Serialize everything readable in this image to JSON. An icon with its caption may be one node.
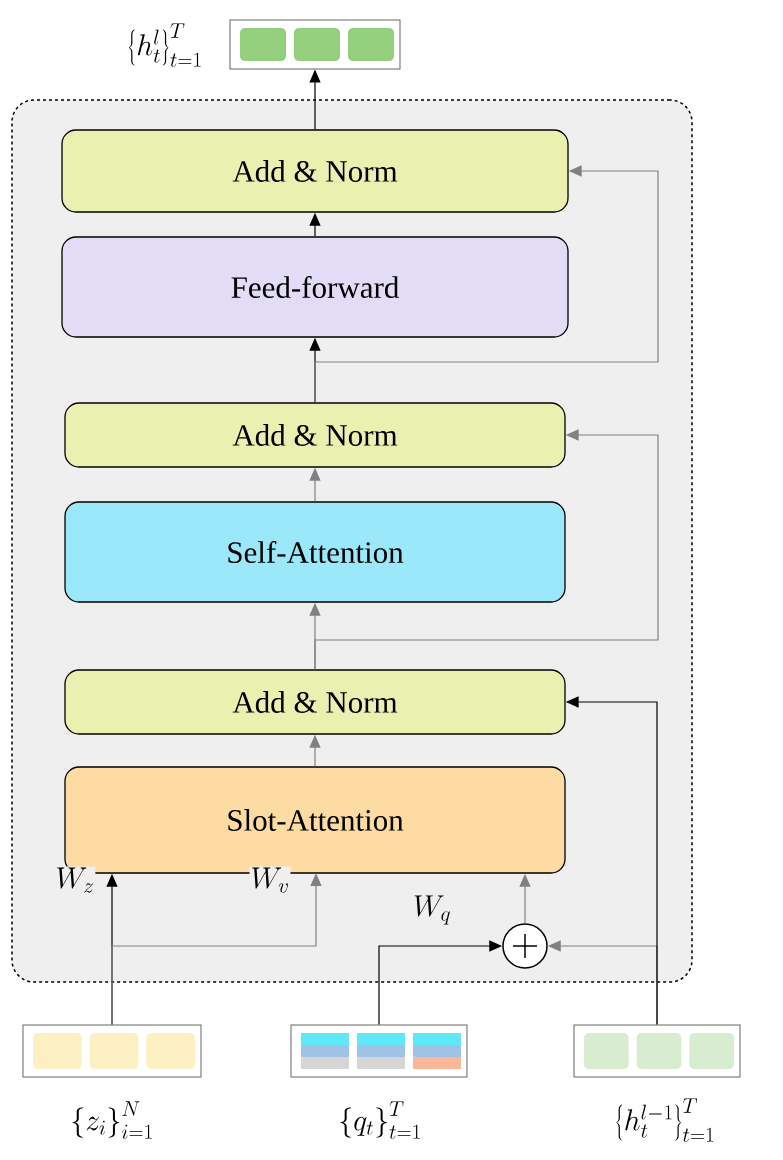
{
  "diagram": {
    "nodes": [
      {
        "text": [],
        "shape": "box"
      },
      {
        "text": [
          "Add & Norm"
        ],
        "in": 0
      },
      {
        "text": [
          "Feed-forward"
        ],
        "in": 0
      },
      {
        "text": [
          "Add & Norm"
        ],
        "in": 0
      },
      {
        "text": [
          "Self-Attention"
        ],
        "in": 0
      },
      {
        "text": [
          "Add & Norm"
        ],
        "in": 0
      },
      {
        "text": [
          "Slot-Attention"
        ],
        "in": 0
      },
      {
        "text": [],
        "shape": "circle",
        "in": 0
      },
      {
        "text": [],
        "shape": "box",
        "beside": [
          "\\left\\{h_t^{l}\\right\\}_{t=1}^{T}"
        ]
      },
      {
        "text": [],
        "shape": "box",
        "beside": [
          "\\left\\{z_i\\right\\}_{i=1}^{N}"
        ]
      },
      {
        "text": [],
        "shape": "box",
        "beside": [
          "\\left\\{q_t\\right\\}_{t=1}^{T}"
        ]
      },
      {
        "text": [],
        "shape": "box",
        "beside": [
          "\\left\\{h_t^{l-1}\\right\\}_{t=1}^{T}"
        ]
      }
    ],
    "edges": [
      {
        "from": 1,
        "to": 8,
        "arrow": "to",
        "color": "#000000"
      },
      {
        "from": 2,
        "to": 1,
        "arrow": "to",
        "color": "#000000"
      },
      {
        "from": 3,
        "to": 2,
        "arrow": "to",
        "color": "#000000"
      },
      {
        "from": 3,
        "to": 1,
        "arrow": "to"
      },
      {
        "from": 4,
        "to": 3,
        "arrow": "to"
      },
      {
        "from": 5,
        "to": 4,
        "arrow": "to"
      },
      {
        "from": 5,
        "to": 3,
        "arrow": "to"
      },
      {
        "from": 6,
        "to": 5,
        "arrow": "to"
      },
      {
        "from": 9,
        "to": 6,
        "arrow": "to",
        "label": "W_z",
        "color": "#000000"
      },
      {
        "from": 9,
        "to": 6,
        "arrow": "to",
        "label": "W_v"
      },
      {
        "from": 10,
        "to": 7,
        "arrow": "to",
        "label": "W_q",
        "color": "#000000"
      },
      {
        "from": 11,
        "to": 7,
        "arrow": "to"
      },
      {
        "from": 11,
        "to": 5,
        "arrow": "to",
        "color": "#000000"
      },
      {
        "from": 7,
        "to": 6,
        "arrow": "to"
      }
    ]
  }
}
